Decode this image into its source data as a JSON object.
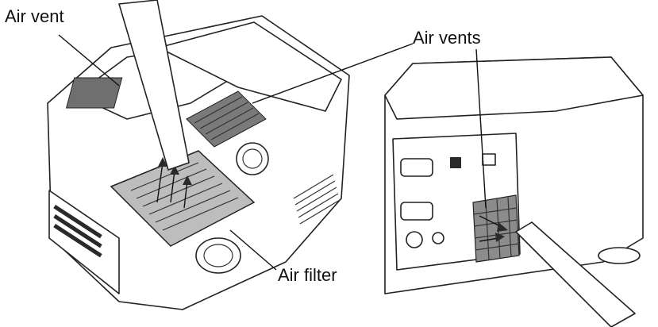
{
  "labels": {
    "air_vent": "Air vent",
    "air_vents": "Air vents",
    "air_filter": "Air filter"
  },
  "colors": {
    "line": "#111111",
    "filter_panel": "#bdbdbd",
    "vent_mesh": "#8c8c8c",
    "background": "#ffffff"
  }
}
